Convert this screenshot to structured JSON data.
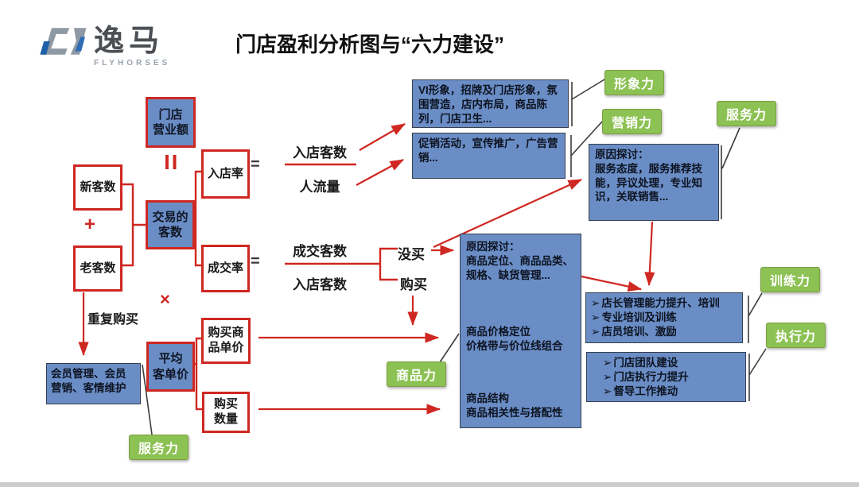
{
  "colors": {
    "accent_red": "#cf2721",
    "box_blue": "#6a8dc6",
    "force_green": "#8cc153",
    "text": "#1a1a1a"
  },
  "logo": {
    "cn": "逸马",
    "en": "FLYHORSES"
  },
  "title": "门店盈利分析图与“六力建设”",
  "kpi": {
    "revenue": "门店\n营业额",
    "customers": "交易的\n客数",
    "avg_ticket": "平均\n客单价"
  },
  "metrics": {
    "new_customers": "新客数",
    "old_customers": "老客数",
    "entry_rate": "入店率",
    "close_rate": "成交率",
    "item_price": "购买商\n品单价",
    "qty": "购买\n数量"
  },
  "operators": {
    "plus": "+",
    "times": "×",
    "equals": "=",
    "equals_rotated": "="
  },
  "fractions": {
    "entry": {
      "numerator": "入店客数",
      "denominator": "人流量"
    },
    "close": {
      "numerator": "成交客数",
      "denominator": "入店客数"
    }
  },
  "branches": {
    "no_buy": "没买",
    "buy": "购买",
    "repeat_buy": "重复购买"
  },
  "detail_boxes": {
    "image": "VI形象，招牌及门店形象，氛围营造，店内布局，商品陈列，门店卫生...",
    "marketing": "促销活动，宣传推广，广告营销...",
    "service": {
      "title": "原因探讨：",
      "body": "服务态度，服务推荐技能，异议处理，专业知识，关联销售..."
    },
    "product": {
      "title": "原因探讨：",
      "positioning": "商品定位、商品品类、规格、缺货管理...",
      "pricing": "商品价格定位\n价格带与价位线组合",
      "structure": "商品结构\n商品相关性与搭配性"
    },
    "member": "会员管理、会员营销、客情维护",
    "training": {
      "items": [
        "店长管理能力提升、培训",
        "专业培训及训练",
        "店员培训、激励"
      ]
    },
    "execution": {
      "items": [
        "门店团队建设",
        "门店执行力提升",
        "督导工作推动"
      ]
    }
  },
  "forces": {
    "image": "形象力",
    "marketing": "营销力",
    "service_top": "服务力",
    "training": "训练力",
    "execution": "执行力",
    "product": "商品力",
    "service_bottom": "服务力"
  }
}
